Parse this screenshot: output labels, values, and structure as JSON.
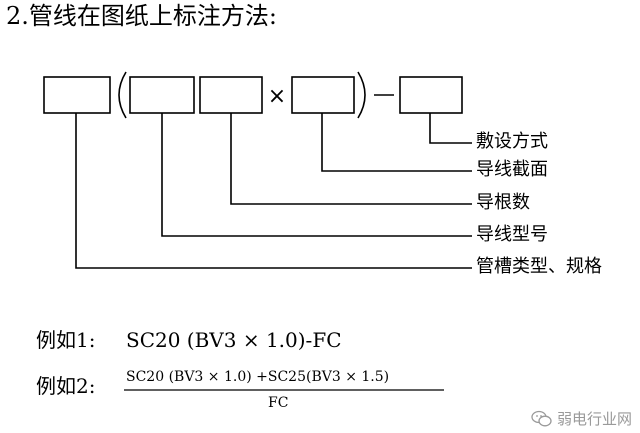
{
  "title": "2.管线在图纸上标注方法:",
  "diagram": {
    "times_symbol": "×",
    "labels": [
      "敷设方式",
      "导线截面",
      "导根数",
      "导线型号",
      "管槽类型、规格"
    ]
  },
  "examples": {
    "ex1_label": "例如1:",
    "ex1_formula": "SC20 (BV3 × 1.0)-FC",
    "ex2_label": "例如2:",
    "ex2_numerator": "SC20 (BV3 × 1.0) +SC25(BV3 × 1.5)",
    "ex2_denominator": "FC"
  },
  "watermark": {
    "text": "弱电行业网",
    "icon": "wechat-icon"
  }
}
